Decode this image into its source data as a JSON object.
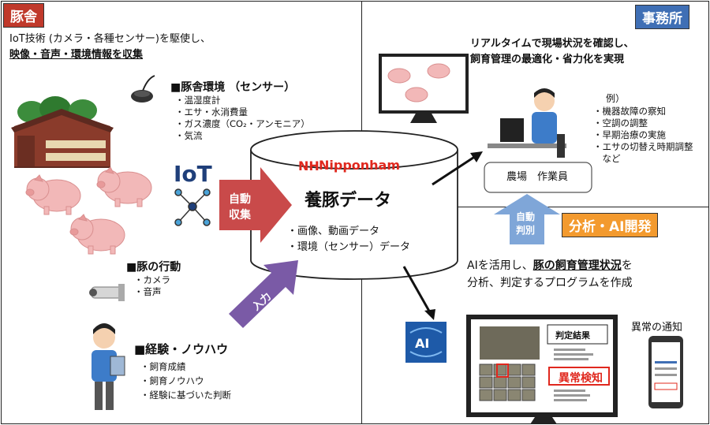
{
  "farm": {
    "tag": "豚舎",
    "intro_line1": "IoT技術 (カメラ・各種センサー)を駆使し、",
    "intro_line2": "映像・音声・環境情報を収集",
    "env_heading": "■豚舎環境 （センサー）",
    "env_items": [
      "・温湿度計",
      "・エサ・水消費量",
      "・ガス濃度（CO₂・アンモニア）",
      "・気流"
    ],
    "iot_label": "IoT",
    "behavior_heading": "■豚の行動",
    "behavior_items": [
      "・カメラ",
      "・音声"
    ],
    "experience_heading": "■経験・ノウハウ",
    "experience_items": [
      "・飼育成績",
      "・飼育ノウハウ",
      "・経験に基づいた判断"
    ]
  },
  "center": {
    "brand_mark": "NH",
    "brand": "Nipponham",
    "title": "養豚データ",
    "items": [
      "・画像、動画データ",
      "・環境（センサー）データ"
    ],
    "auto_collect_line1": "自動",
    "auto_collect_line2": "収集",
    "input_label": "入力"
  },
  "office": {
    "tag": "事務所",
    "desc_line1": "リアルタイムで現場状況を確認し、",
    "desc_line2": "飼育管理の最適化・省力化を実現",
    "examples_heading": "例）",
    "examples": [
      "・機器故障の察知",
      "・空調の調整",
      "・早期治療の実施",
      "・エサの切替え時期調整",
      "　など"
    ],
    "worker_label": "農場　作業員",
    "auto_judge_line1": "自動",
    "auto_judge_line2": "判別"
  },
  "analysis": {
    "tag": "分析・AI開発",
    "desc_prefix": "AIを活用し、",
    "desc_bold": "豚の飼育管理状況",
    "desc_suffix": "を",
    "desc_line2": "分析、判定するプログラムを作成",
    "ai_label": "AI",
    "result_title": "判定結果",
    "anomaly_label": "異常検知",
    "notify_label": "異常の通知"
  },
  "colors": {
    "red_tag": "#c0392b",
    "blue_tag": "#3f6fb5",
    "orange_tag": "#f39a2e",
    "collect_arrow": "#c94a4a",
    "input_arrow": "#7a5aa6",
    "judge_arrow": "#7fa6d8"
  }
}
